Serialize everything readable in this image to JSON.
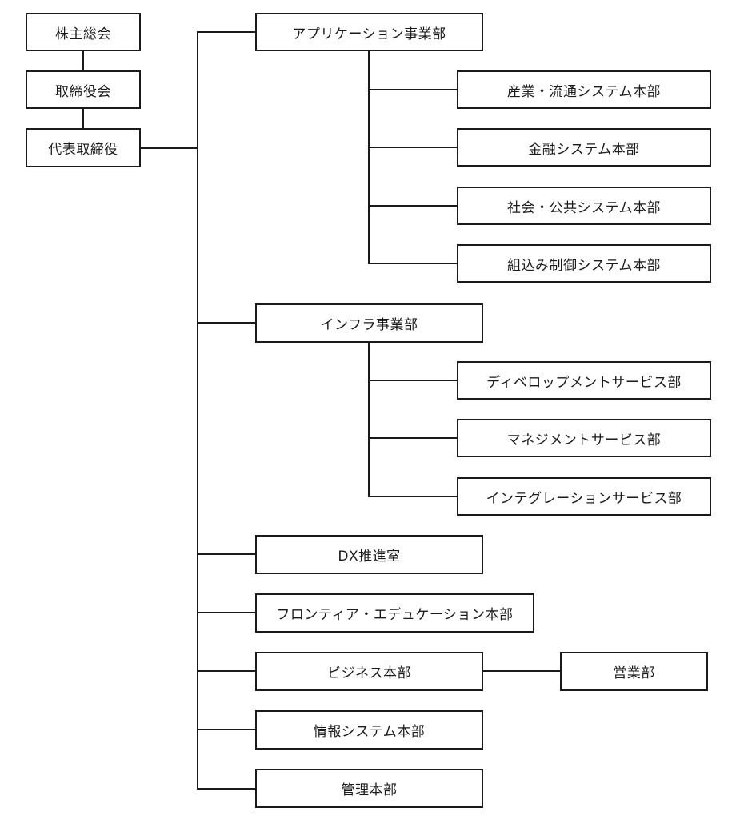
{
  "org_chart": {
    "governance": {
      "shareholders_meeting": "株主総会",
      "board_of_directors": "取締役会",
      "representative_director": "代表取締役"
    },
    "divisions": {
      "application": {
        "label": "アプリケーション事業部",
        "units": [
          "産業・流通システム本部",
          "金融システム本部",
          "社会・公共システム本部",
          "組込み制御システム本部"
        ]
      },
      "infrastructure": {
        "label": "インフラ事業部",
        "units": [
          "ディベロップメントサービス部",
          "マネジメントサービス部",
          "インテグレーションサービス部"
        ]
      },
      "dx": {
        "label": "DX推進室"
      },
      "frontier_education": {
        "label": "フロンティア・エデュケーション本部"
      },
      "business": {
        "label": "ビジネス本部",
        "units": [
          "営業部"
        ]
      },
      "information_systems": {
        "label": "情報システム本部"
      },
      "administration": {
        "label": "管理本部"
      }
    }
  },
  "colors": {
    "line": "#1a1a1a",
    "box_border": "#1a1a1a",
    "box_fill": "#ffffff",
    "text": "#1a1a1a"
  }
}
